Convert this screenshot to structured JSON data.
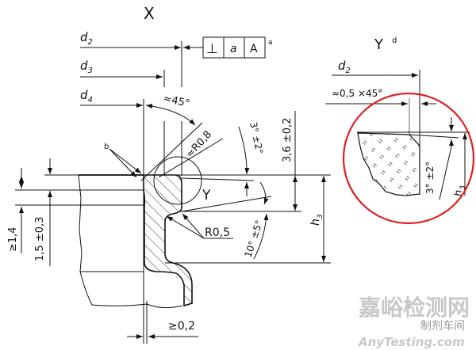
{
  "view_labels": {
    "main": "X",
    "detail": "Y",
    "detail_note": "d",
    "circle_label": "Y"
  },
  "diameters": {
    "d2": "d",
    "d2_sub": "2",
    "d3": "d",
    "d3_sub": "3",
    "d4": "d",
    "d4_sub": "4",
    "detail_d2": "d",
    "detail_d2_sub": "2"
  },
  "tolerance_frame": {
    "symbol": "⊥",
    "value": "a",
    "datum": "A",
    "note": "a"
  },
  "dimensions": {
    "angle_45": "≈45°",
    "radius_08": "≈R0,8",
    "radius_05": "R0,5",
    "height_36": "3,6 ±0,2",
    "angle_3": "3° ±2°",
    "angle_10": "10° ±5°",
    "h3": "h",
    "h3_sub": "3",
    "min_14": "≥1,4",
    "dim_15": "1,5 ±0,3",
    "min_02": "≥0,2",
    "note_b": "b",
    "chamfer": "≈0,5 ×45°",
    "detail_angle": "3° ±2°",
    "detail_h3": "h",
    "detail_h3_sub": "3"
  },
  "highlight_color": "#e02020",
  "watermark": {
    "cn": "嘉峪检测网",
    "wechat": "制剂车间",
    "en": "AnyTesting.com"
  }
}
